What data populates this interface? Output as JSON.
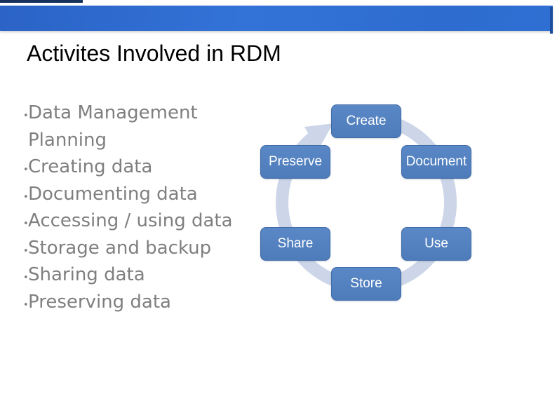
{
  "slide": {
    "title": "Activites Involved in RDM"
  },
  "bullets": {
    "lines": [
      {
        "dot": "•",
        "text": "Data Management"
      },
      {
        "dot": "",
        "text": "Planning"
      },
      {
        "dot": "•",
        "text": "Creating data"
      },
      {
        "dot": "•",
        "text": "Documenting data"
      },
      {
        "dot": "•",
        "text": "Accessing / using data"
      },
      {
        "dot": "•",
        "text": "Storage and backup"
      },
      {
        "dot": "•",
        "text": "Sharing data"
      },
      {
        "dot": "•",
        "text": "Preserving data"
      }
    ]
  },
  "diagram": {
    "type": "cycle",
    "flow": "clockwise",
    "nodes": [
      {
        "label": "Create"
      },
      {
        "label": "Document"
      },
      {
        "label": "Use"
      },
      {
        "label": "Store"
      },
      {
        "label": "Share"
      },
      {
        "label": "Preserve"
      }
    ]
  },
  "colors": {
    "top_bar_blue": "#2f6fd3",
    "top_bar_dark_edge": "#1d4e9e",
    "top_navy_sliver": "#16325c",
    "title_text": "#000000",
    "body_text_gray": "#7f7f7f",
    "ring_light_blue": "#cdd5e8",
    "node_blue": "#4e7cba",
    "node_text": "#ffffff"
  }
}
